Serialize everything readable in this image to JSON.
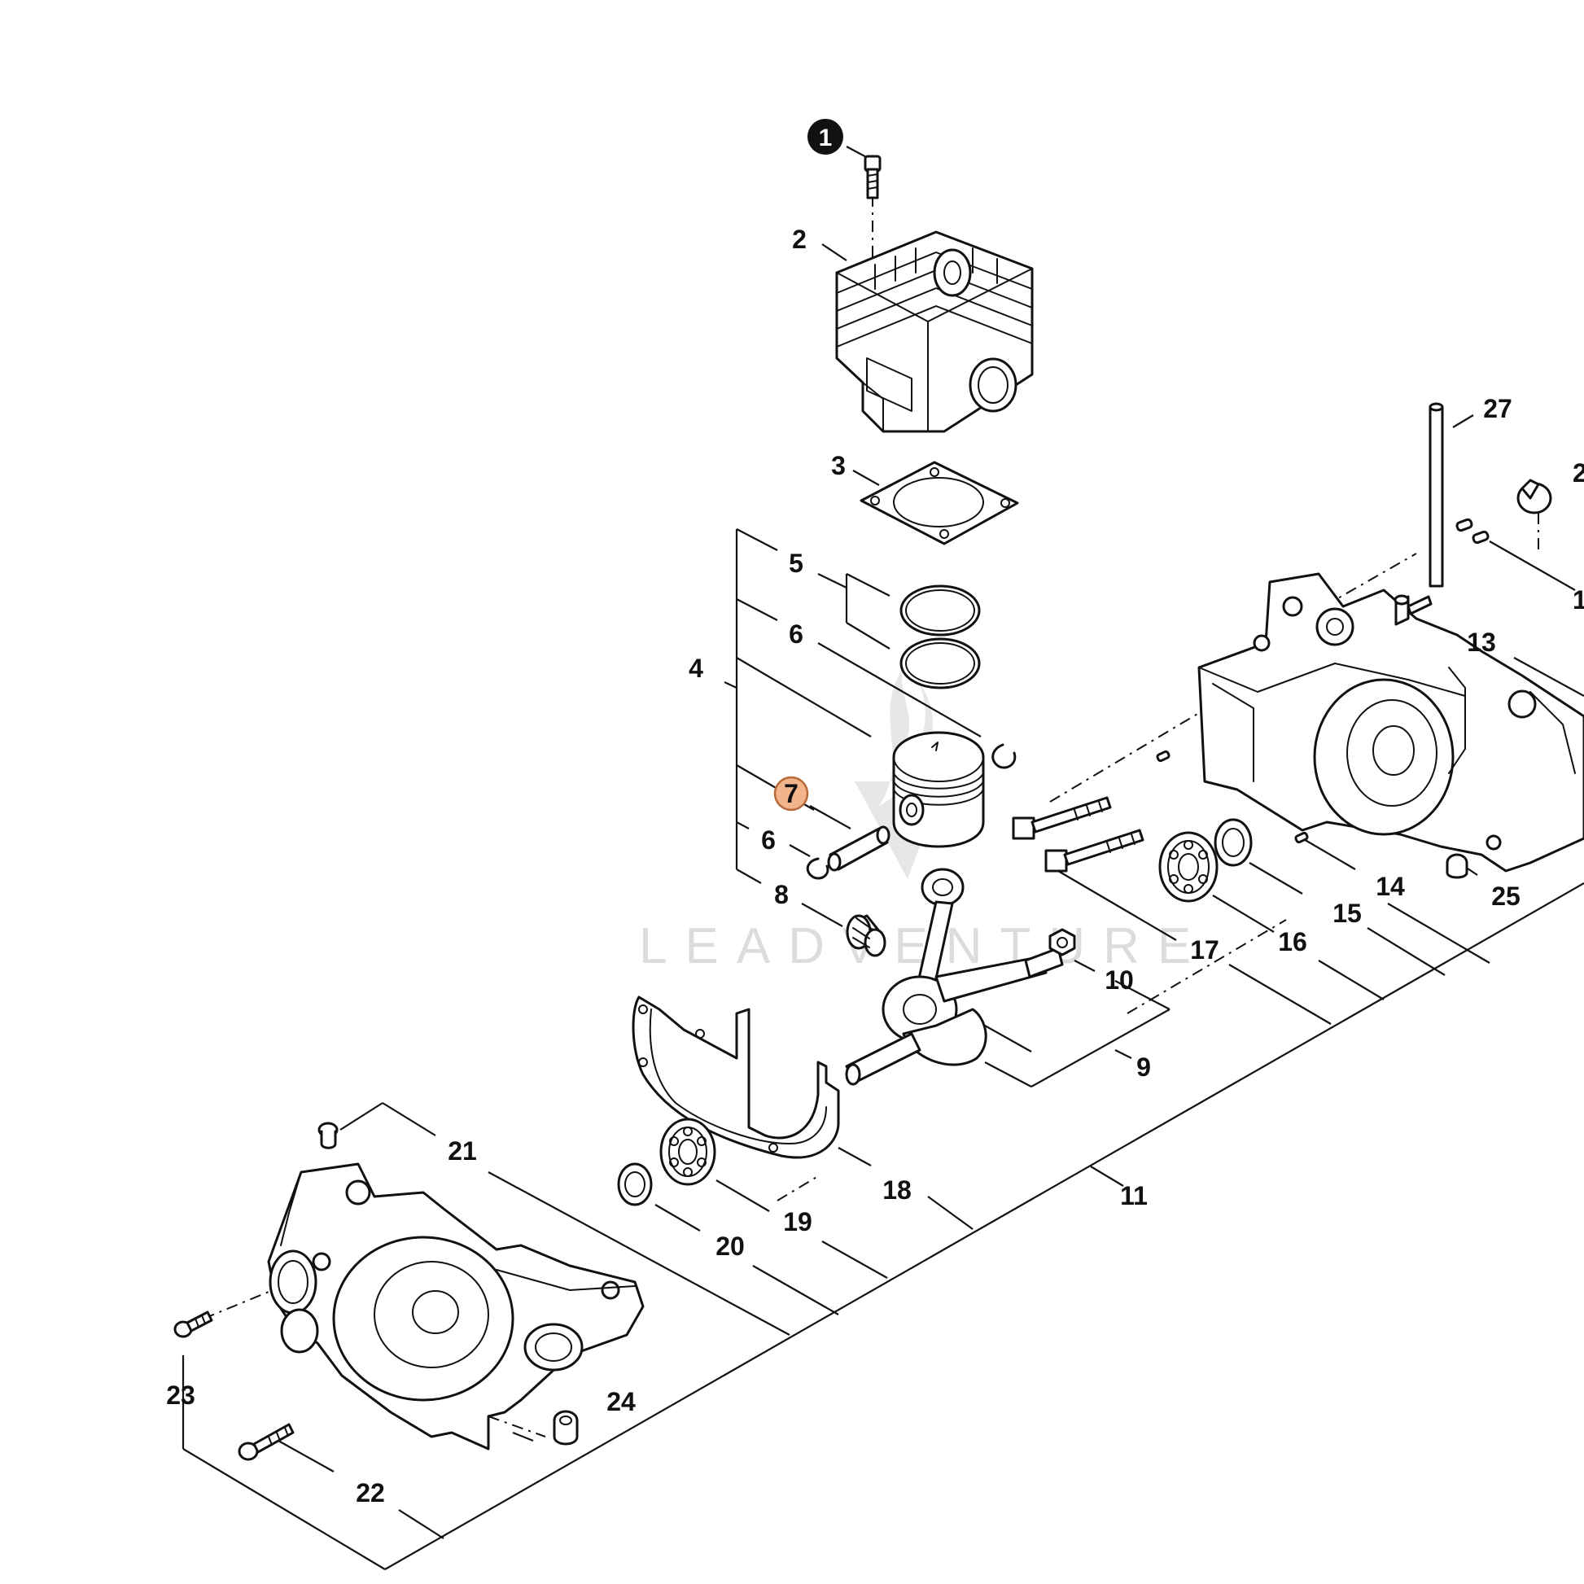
{
  "watermark": {
    "text": "LEADVENTURE",
    "color": "#d9d9d9"
  },
  "highlight": {
    "label": "7",
    "fill": "#f2b48a",
    "stroke": "#b86a3a"
  },
  "callouts": {
    "c1": "1",
    "c2": "2",
    "c3": "3",
    "c4": "4",
    "c5": "5",
    "c6a": "6",
    "c6b": "6",
    "c7": "7",
    "c8": "8",
    "c9": "9",
    "c10": "10",
    "c11": "11",
    "c13": "13",
    "c14": "14",
    "c15": "15",
    "c16": "16",
    "c17": "17",
    "c18": "18",
    "c19": "19",
    "c20": "20",
    "c21": "21",
    "c22": "22",
    "c23": "23",
    "c24": "24",
    "c25": "25",
    "c27": "27",
    "c_cut_a": "2",
    "c_cut_b": "1"
  }
}
